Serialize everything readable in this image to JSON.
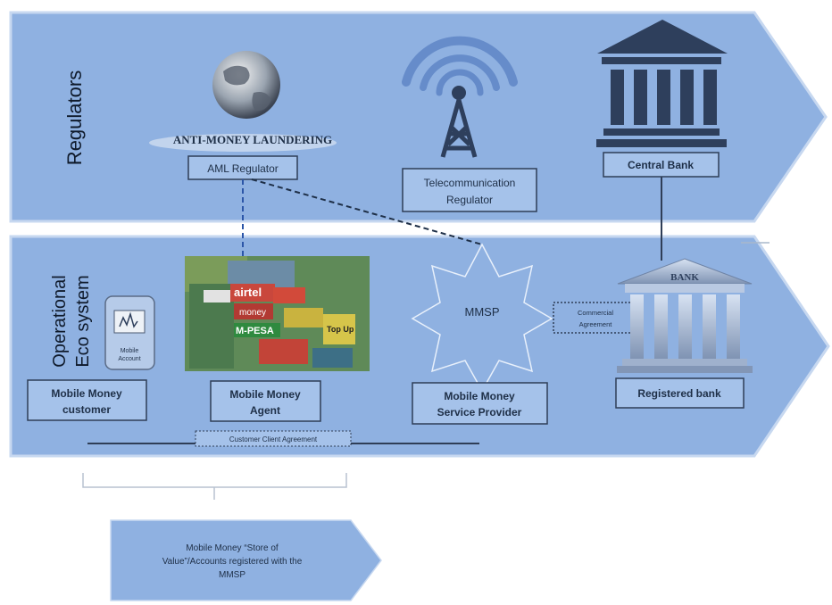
{
  "colors": {
    "band_fill": "#8fb1e1",
    "band_edge": "#c7d8f0",
    "box_fill": "#a5c2ea",
    "box_border": "#2f3e57",
    "dark": "#2e3f5c",
    "text": "#1e2f47"
  },
  "bands": {
    "regulators": "Regulators",
    "operational_line1": "Operational",
    "operational_line2": "Eco system"
  },
  "regulators": {
    "aml_banner": "ANTI-MONEY LAUNDERING",
    "aml_label": "AML Regulator",
    "telecom_line1": "Telecommunication",
    "telecom_line2": "Regulator",
    "central_bank": "Central Bank"
  },
  "operational": {
    "phone_caption_line1": "Mobile",
    "phone_caption_line2": "Account",
    "customer_line1": "Mobile Money",
    "customer_line2": "customer",
    "agent_line1": "Mobile Money",
    "agent_line2": "Agent",
    "mmsp": "MMSP",
    "provider_line1": "Mobile Money",
    "provider_line2": "Service Provider",
    "commercial_line1": "Commercial",
    "commercial_line2": "Agreement",
    "bank_sign": "BANK",
    "registered_bank": "Registered bank",
    "client_agreement": "Customer Client Agreement"
  },
  "photo_signs": {
    "s1": "airtel",
    "s2": "money",
    "s3": "M-PESA",
    "s4": "Top Up"
  },
  "store_value": {
    "line1": "Mobile Money “Store of",
    "line2": "Value”/Accounts registered with the",
    "line3": "MMSP"
  },
  "icons": [
    "globe-icon",
    "antenna-icon",
    "central-bank-icon",
    "bank-building-icon",
    "phone-icon"
  ]
}
